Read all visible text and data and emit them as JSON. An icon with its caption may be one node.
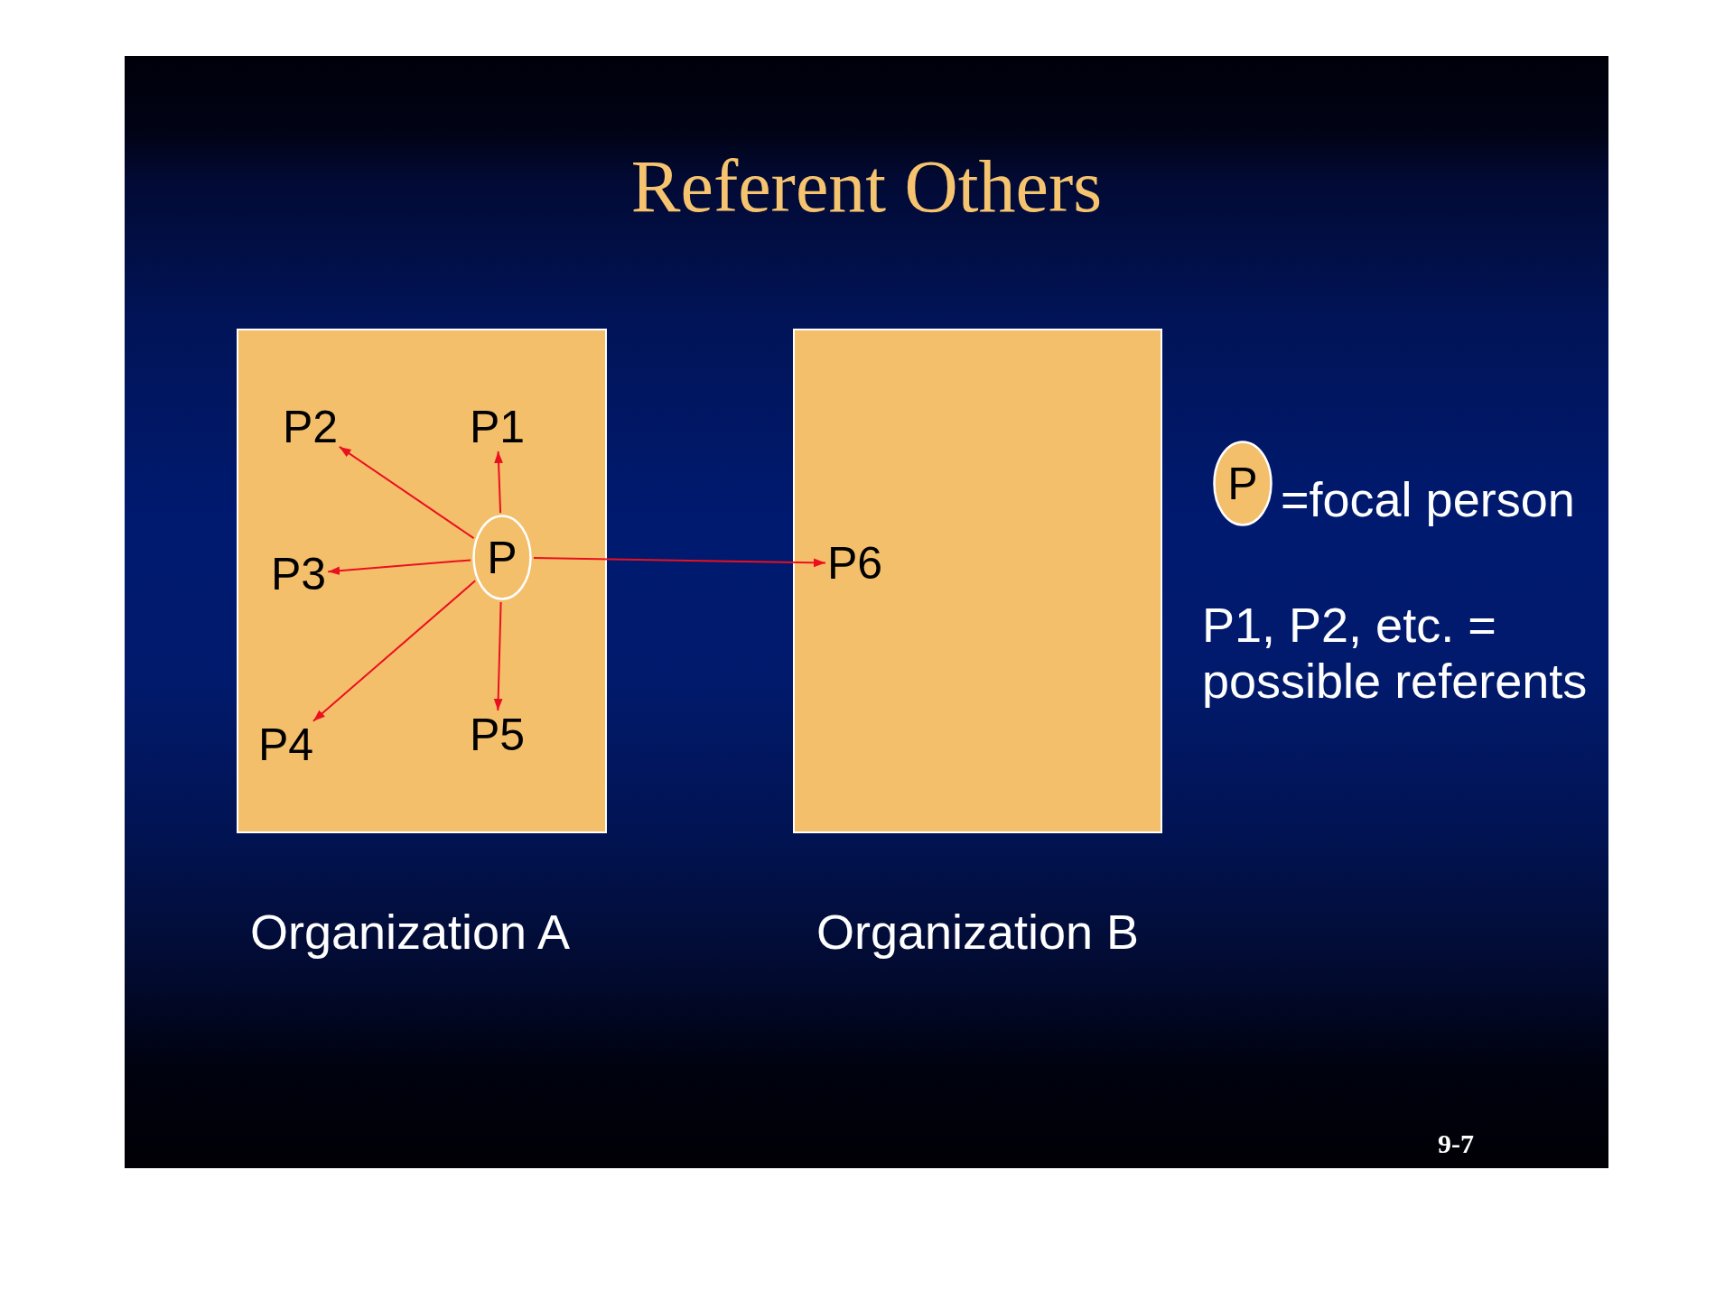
{
  "diagram": {
    "title": "Referent Others",
    "nodes": [
      {
        "text": [
          "Organization A"
        ]
      },
      {
        "text": [
          "P2"
        ],
        "in": 0
      },
      {
        "text": [
          "P1"
        ],
        "in": 0
      },
      {
        "text": [
          "P3"
        ],
        "in": 0
      },
      {
        "text": [
          "P"
        ],
        "in": 0
      },
      {
        "text": [
          "P4"
        ],
        "in": 0
      },
      {
        "text": [
          "P5"
        ],
        "in": 0
      },
      {
        "text": [
          "Organization B"
        ]
      },
      {
        "text": [
          "P6"
        ],
        "in": 7
      },
      {
        "text": [
          "P"
        ],
        "beside": [
          "=focal person"
        ]
      }
    ],
    "edges": [
      {
        "from": 4,
        "to": 2,
        "arrow": "to"
      },
      {
        "from": 4,
        "to": 1,
        "arrow": "to"
      },
      {
        "from": 4,
        "to": 3,
        "arrow": "to"
      },
      {
        "from": 4,
        "to": 5,
        "arrow": "to"
      },
      {
        "from": 4,
        "to": 6,
        "arrow": "to"
      },
      {
        "from": 4,
        "to": 8,
        "arrow": "to"
      }
    ],
    "labels": [
      "P1, P2, etc. = possible referents",
      "9-7"
    ]
  }
}
